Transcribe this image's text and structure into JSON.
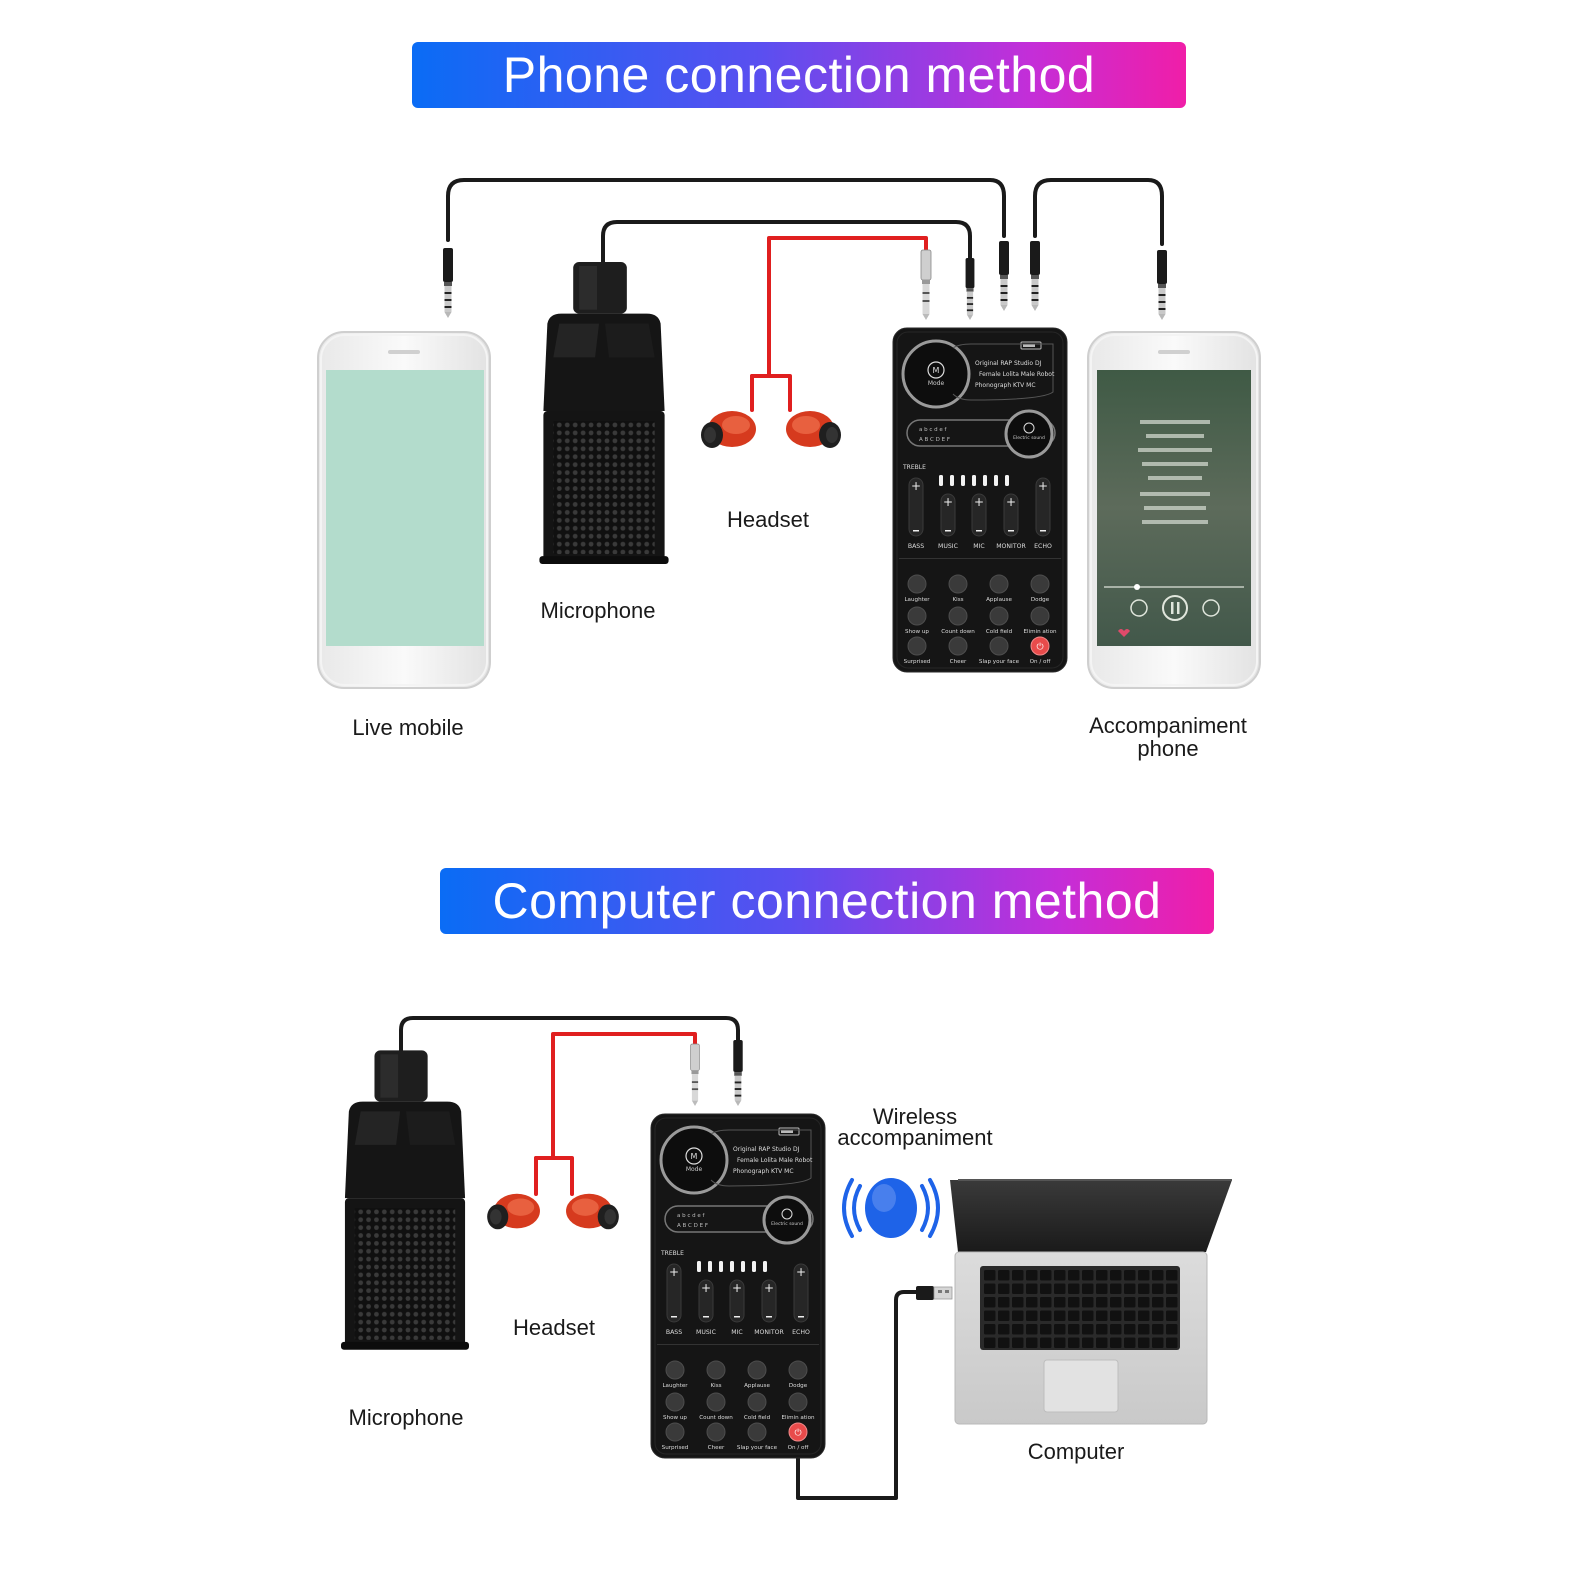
{
  "phone_section": {
    "title": "Phone connection method",
    "live_mobile": "Live mobile",
    "microphone": "Microphone",
    "headset": "Headset",
    "accompaniment_phone_line1": "Accompaniment",
    "accompaniment_phone_line2": "phone"
  },
  "computer_section": {
    "title": "Computer connection method",
    "microphone": "Microphone",
    "headset": "Headset",
    "wireless_line1": "Wireless",
    "wireless_line2": "accompaniment",
    "computer": "Computer"
  },
  "sound_card": {
    "mode_button": "Mode",
    "modes_row1": "Original  RAP  Studio  DJ",
    "modes_row2": "Female  Lolita  Male  Robot",
    "modes_row3": "Phonograph  KTV  MC",
    "letters_top": "a  b     c  d  e  f",
    "letters_bottom": "A  B  C  D  E  F",
    "electric_sound": "Electric sound",
    "treble": "TREBLE",
    "slider_labels": [
      "BASS",
      "MUSIC",
      "MIC",
      "MONITOR",
      "ECHO"
    ],
    "effects_row1": [
      "Laughter",
      "Kiss",
      "Applause",
      "Dodge"
    ],
    "effects_row2": [
      "Show up",
      "Count down",
      "Cold field",
      "Elimin ation"
    ],
    "effects_row3": [
      "Surprised",
      "Cheer",
      "Slap your face",
      "On / off"
    ]
  },
  "colors": {
    "banner_start": "#0a6cf5",
    "banner_end": "#f01ea8",
    "cable_black": "#1a1a1a",
    "cable_red": "#e01f1f",
    "earbud_red": "#d63a1e",
    "live_screen": "#b3dccc",
    "device_body": "#151515",
    "power_button": "#e84b4b",
    "wireless_blue": "#1e63e8"
  }
}
